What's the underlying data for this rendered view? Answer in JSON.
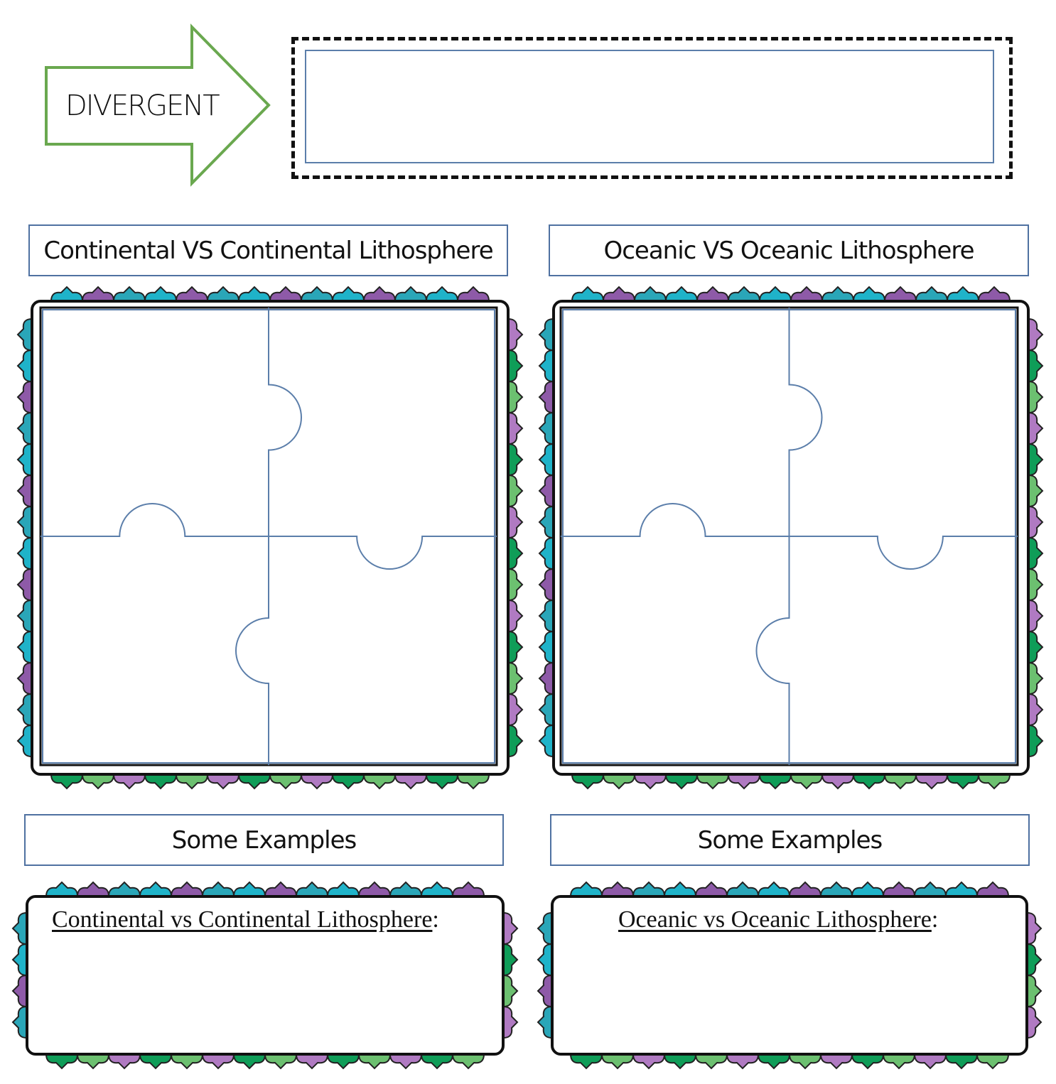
{
  "header": {
    "arrow_label": "DIVERGENT",
    "answer_box_value": ""
  },
  "left_panel": {
    "title": "Continental VS Continental Lithosphere",
    "examples_title": "Some Examples",
    "examples_heading": "Continental vs Continental Lithosphere",
    "examples_colon": ":"
  },
  "right_panel": {
    "title": "Oceanic VS Oceanic Lithosphere",
    "examples_title": "Some Examples",
    "examples_heading": "Oceanic vs Oceanic Lithosphere",
    "examples_colon": ":"
  },
  "colors": {
    "arrow_border": "#6aa84f",
    "box_border": "#4f71a1",
    "frame_palette": [
      "#1fb3c9",
      "#0f9d58",
      "#8e5aa8",
      "#6cc070",
      "#2aa6b8",
      "#b07ac2"
    ]
  },
  "icons": {
    "arrow": "right-arrow-icon",
    "puzzle": "puzzle-icon",
    "frame": "scalloped-border"
  }
}
